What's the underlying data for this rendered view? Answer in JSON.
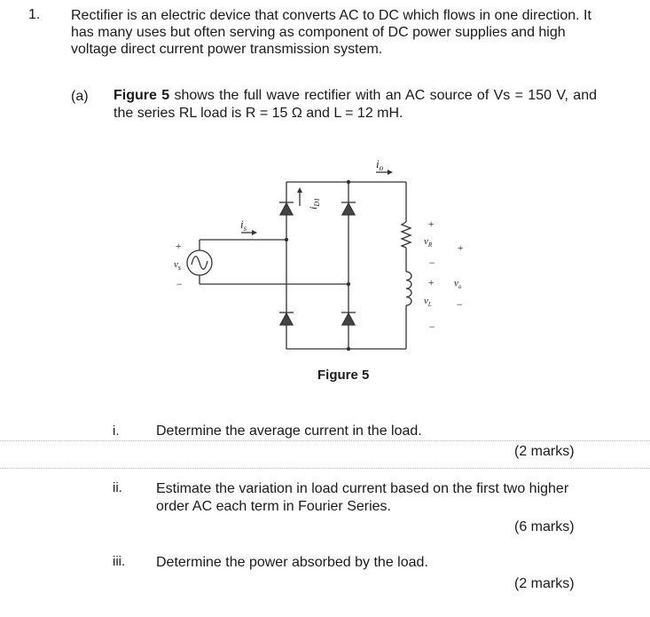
{
  "question": {
    "number": "1.",
    "intro": "Rectifier is an electric device that converts AC to DC which flows in one direction. It has many uses but often serving as component of DC power supplies and high voltage direct current power transmission system.",
    "part_label": "(a)",
    "part_figure_ref": "Figure 5",
    "part_text": "shows the full wave rectifier with an AC source of Vs = 150 V, and the series RL load is R = 15 Ω and L = 12 mH."
  },
  "figure": {
    "caption": "Figure 5",
    "labels": {
      "io": "i",
      "io_sub": "o",
      "is": "i",
      "is_sub": "s",
      "id1": "i",
      "id1_sub": "D1",
      "vs": "v",
      "vs_sub": "s",
      "vr": "v",
      "vr_sub": "R",
      "vl": "v",
      "vl_sub": "L",
      "vo": "v",
      "vo_sub": "o",
      "plus": "+",
      "minus": "−"
    }
  },
  "subquestions": [
    {
      "number": "i.",
      "text": "Determine the average current in the load.",
      "marks": "(2 marks)"
    },
    {
      "number": "ii.",
      "text": "Estimate the variation in load current based on the first two higher order AC each term in Fourier Series.",
      "marks": "(6 marks)"
    },
    {
      "number": "iii.",
      "text": "Determine the power absorbed by the load.",
      "marks": "(2 marks)"
    }
  ]
}
